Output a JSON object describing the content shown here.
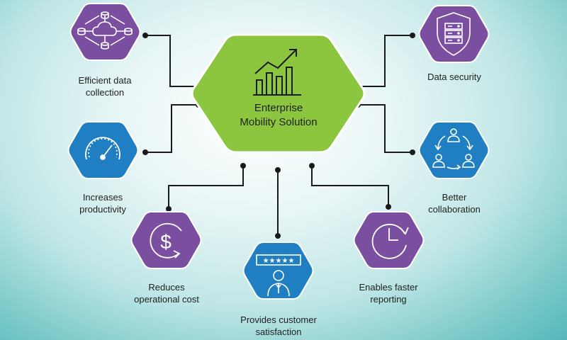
{
  "center": {
    "title_line1": "Enterprise",
    "title_line2": "Mobility Solution",
    "icon": "growth-chart-icon",
    "color": "#8cc63f"
  },
  "nodes": [
    {
      "id": "efficient-data-collection",
      "line1": "Efficient data",
      "line2": "collection",
      "icon": "cloud-network-icon",
      "color": "#7b4fa0"
    },
    {
      "id": "increases-productivity",
      "line1": "Increases",
      "line2": "productivity",
      "icon": "speedometer-icon",
      "color": "#1f7fc2"
    },
    {
      "id": "reduces-operational-cost",
      "line1": "Reduces",
      "line2": "operational cost",
      "icon": "dollar-icon",
      "color": "#7b4fa0"
    },
    {
      "id": "provides-customer-satisfaction",
      "line1": "Provides customer",
      "line2": "satisfaction",
      "icon": "five-star-rating-icon",
      "color": "#1f7fc2"
    },
    {
      "id": "enables-faster-reporting",
      "line1": "Enables faster",
      "line2": "reporting",
      "icon": "clock-icon",
      "color": "#7b4fa0"
    },
    {
      "id": "better-collaboration",
      "line1": "Better",
      "line2": "collaboration",
      "icon": "collaboration-cycle-icon",
      "color": "#1f7fc2"
    },
    {
      "id": "data-security",
      "line1": "Data security",
      "line2": "",
      "icon": "shield-server-icon",
      "color": "#7b4fa0"
    }
  ],
  "rating_stars": "★★★★★",
  "dollar_symbol": "$"
}
